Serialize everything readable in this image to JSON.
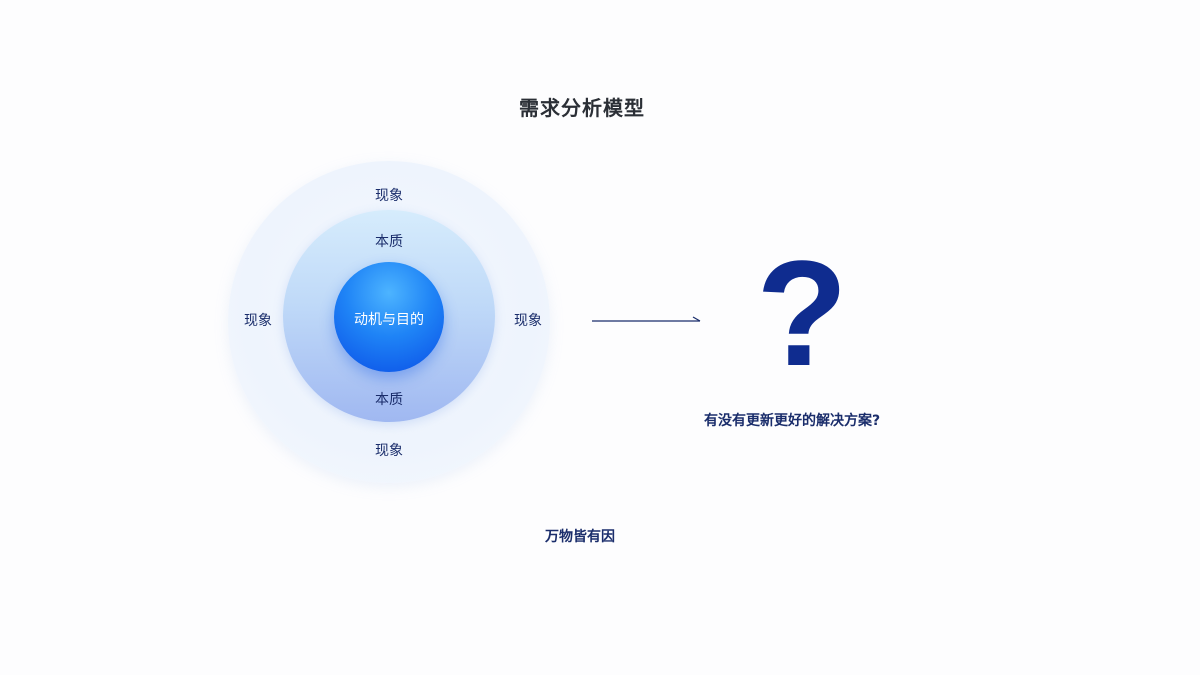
{
  "title": "需求分析模型",
  "diagram": {
    "outer_labels": {
      "top": "现象",
      "left": "现象",
      "right": "现象",
      "bottom": "现象"
    },
    "middle_labels": {
      "top": "本质",
      "bottom": "本质"
    },
    "core_label": "动机与目的"
  },
  "question_mark": "?",
  "question_text": "有没有更新更好的解决方案?",
  "footer": "万物皆有因",
  "colors": {
    "label_text": "#1a2d6b",
    "question_mark": "#0f2c8f",
    "core_gradient_top": "#4db4ff",
    "core_gradient_bottom": "#0a4ee6",
    "arrow": "#1a2d6b"
  }
}
